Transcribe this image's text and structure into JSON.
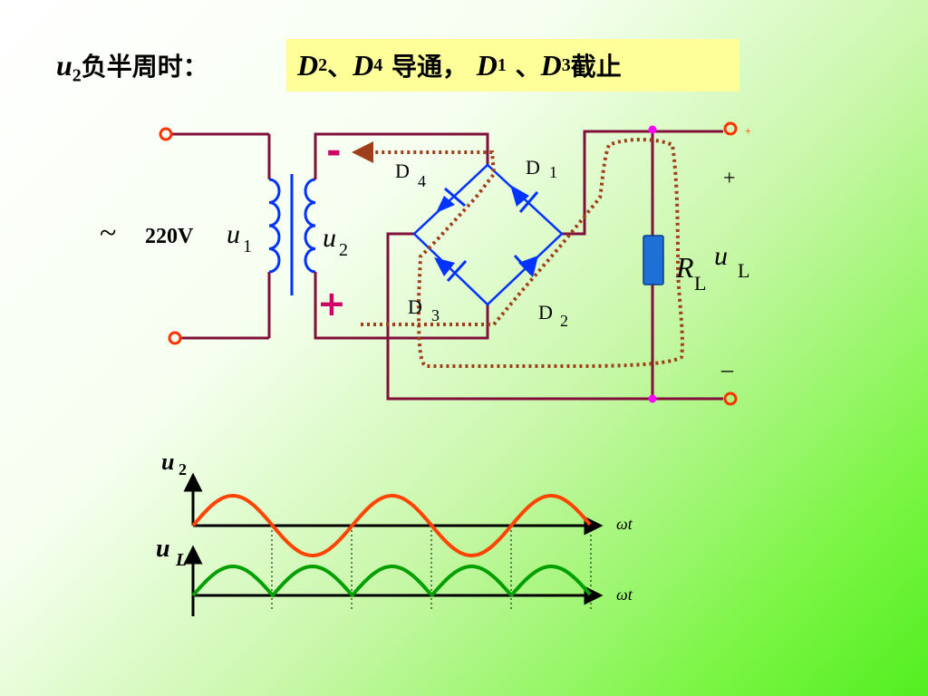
{
  "header": {
    "u2_var": "u",
    "u2_sub": "2",
    "condition_text": "负半周时：",
    "d2_var": "D",
    "d2_sub": "2",
    "sep1": "、",
    "d4_var": "D",
    "d4_sub": "4",
    "conduct_text": " 导通，",
    "d1_var": "D",
    "d1_sub": "1",
    "sep2": " 、",
    "d3_var": "D",
    "d3_sub": "3",
    "cutoff_text": "截止"
  },
  "circuit": {
    "source_symbol": "~",
    "voltage": "220V",
    "u1_var": "u",
    "u1_sub": "1",
    "u2_var": "u",
    "u2_sub": "2",
    "minus_sign": "-",
    "plus_sign": "+",
    "d1": "D",
    "d1_sub": "1",
    "d2": "D",
    "d2_sub": "2",
    "d3": "D",
    "d3_sub": "3",
    "d4": "D",
    "d4_sub": "4",
    "rl_var": "R",
    "rl_sub": "L",
    "ul_var": "u",
    "ul_sub": "L",
    "out_plus": "+",
    "out_minus": "–",
    "tiny_plus": "+"
  },
  "waveforms": {
    "u2_label_var": "u",
    "u2_label_sub": "2",
    "ul_label_var": "u",
    "ul_label_sub": "L",
    "x_label_top": "ωt",
    "x_label_bottom": "ωt"
  },
  "colors": {
    "wire": "#80103a",
    "diode": "#0033ff",
    "current_path": "#a0401a",
    "u2_wave": "#ff4400",
    "ul_wave": "#00a000",
    "polarity": "#cc0066",
    "resistor": "#1e6fd6",
    "node_dot": "#ff00ff"
  }
}
